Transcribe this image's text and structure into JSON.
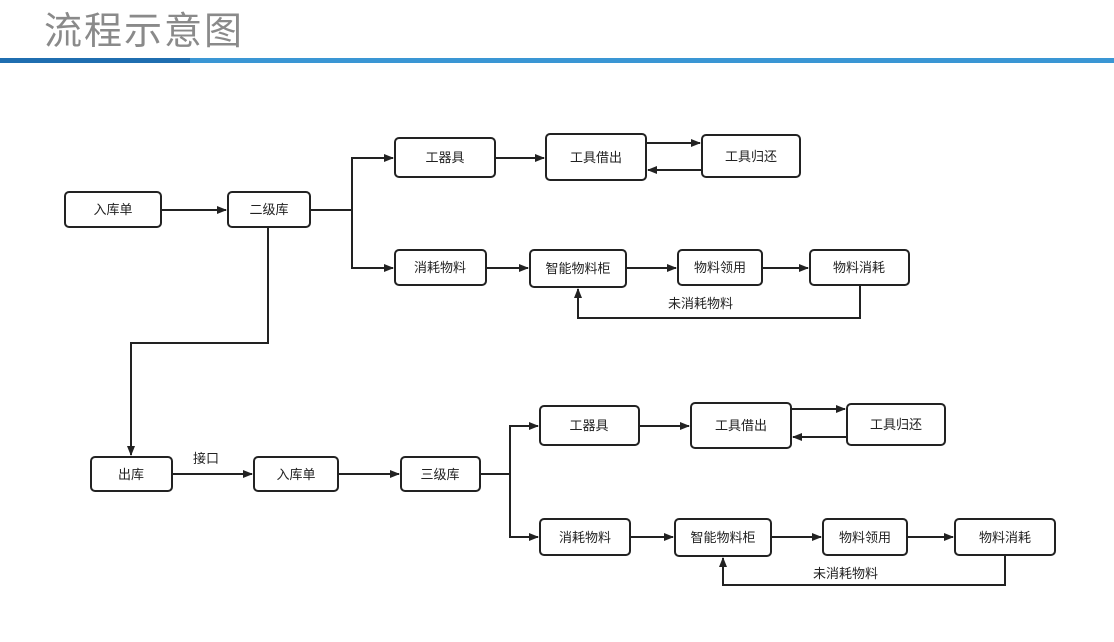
{
  "title": "流程示意图",
  "diagram": {
    "nodes": {
      "rk1": "入库单",
      "ejk": "二级库",
      "gqj1": "工器具",
      "gjjc1": "工具借出",
      "gjgh1": "工具归还",
      "xhwl1": "消耗物料",
      "znwlg1": "智能物料柜",
      "wlly1": "物料领用",
      "wlxh1": "物料消耗",
      "ck": "出库",
      "rk2": "入库单",
      "sjk": "三级库",
      "gqj2": "工器具",
      "gjjc2": "工具借出",
      "gjgh2": "工具归还",
      "xhwl2": "消耗物料",
      "znwlg2": "智能物料柜",
      "wlly2": "物料领用",
      "wlxh2": "物料消耗"
    },
    "edge_labels": {
      "interface": "接口",
      "unconsumed1": "未消耗物料",
      "unconsumed2": "未消耗物料"
    }
  }
}
